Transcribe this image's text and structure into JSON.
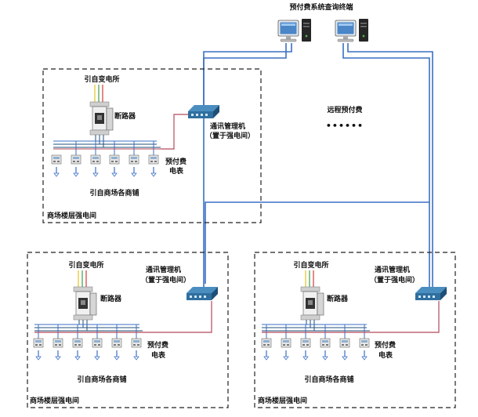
{
  "header": {
    "terminal_title": "预付费系统查询终端"
  },
  "center": {
    "remote_label": "远程预付费",
    "ellipsis": "••••••"
  },
  "colors": {
    "blue_line": "#3a6fc4",
    "red_line": "#b54a5a",
    "dark_line": "#1f4f7a",
    "border_dash": "#222222"
  },
  "rooms": [
    {
      "source_label": "引自变电所",
      "breaker_label": "断路器",
      "comm_label_line1": "通讯管理机",
      "comm_label_line2": "（置于强电间）",
      "meter_label_line1": "预付费",
      "meter_label_line2": "电表",
      "shops_label": "引自商场各商铺",
      "room_label": "商场楼层强电间"
    },
    {
      "source_label": "引自变电所",
      "breaker_label": "断路器",
      "comm_label_line1": "通讯管理机",
      "comm_label_line2": "（置于强电间）",
      "meter_label_line1": "预付费",
      "meter_label_line2": "电表",
      "shops_label": "引自商场各商铺",
      "room_label": "商场楼层强电间"
    },
    {
      "source_label": "引自变电所",
      "breaker_label": "断路器",
      "comm_label_line1": "通讯管理机",
      "comm_label_line2": "（置于强电间）",
      "meter_label_line1": "预付费",
      "meter_label_line2": "电表",
      "shops_label": "引自商场各商铺",
      "room_label": "商场楼层强电间"
    }
  ]
}
